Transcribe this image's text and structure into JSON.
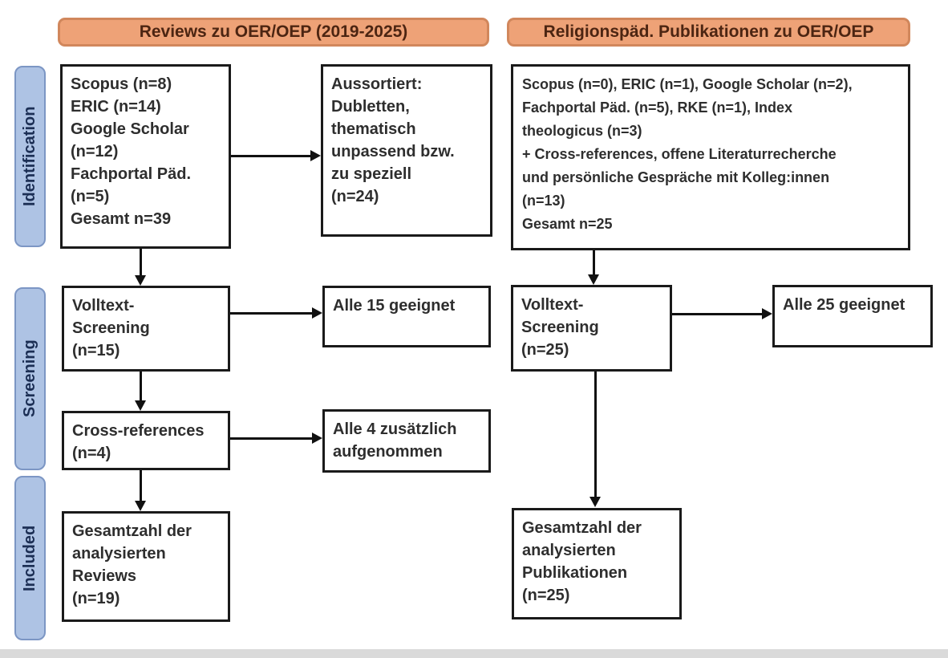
{
  "headers": {
    "left": "Reviews zu OER/OEP (2019-2025)",
    "right": "Religionspäd. Publikationen zu OER/OEP"
  },
  "stage_labels": {
    "identification": "Identification",
    "screening": "Screening",
    "included": "Included"
  },
  "boxes": {
    "left_identification": "Scopus (n=8)\nERIC (n=14)\nGoogle Scholar\n(n=12)\nFachportal Päd.\n(n=5)\nGesamt n=39",
    "left_excluded": "Aussortiert:\nDubletten,\nthematisch\nunpassend bzw.\nzu speziell\n(n=24)",
    "right_identification": "Scopus (n=0), ERIC (n=1), Google Scholar (n=2),\nFachportal Päd. (n=5), RKE (n=1), Index\ntheologicus (n=3)\n+ Cross-references, offene Literaturrecherche\nund persönliche Gespräche mit Kolleg:innen\n(n=13)\nGesamt n=25",
    "left_screening": "Volltext-\nScreening\n(n=15)",
    "left_screening_result": "Alle 15 geeignet",
    "left_crossref": "Cross-references\n(n=4)",
    "left_crossref_result": "Alle 4 zusätzlich\naufgenommen",
    "left_included": "Gesamtzahl der\nanalysierten\nReviews\n(n=19)",
    "right_screening": "Volltext-\nScreening\n(n=25)",
    "right_screening_result": "Alle 25 geeignet",
    "right_included": "Gesamtzahl der\nanalysierten\nPublikationen\n(n=25)"
  },
  "colors": {
    "header_fill": "#EEA277",
    "header_border": "#D1875C",
    "header_text": "#4C2512",
    "stage_fill": "#AEC3E4",
    "stage_border": "#7C96C4",
    "stage_text": "#1C2F55",
    "box_border": "#1A1A1A",
    "box_text": "#2E2E2E",
    "arrow": "#111111"
  }
}
